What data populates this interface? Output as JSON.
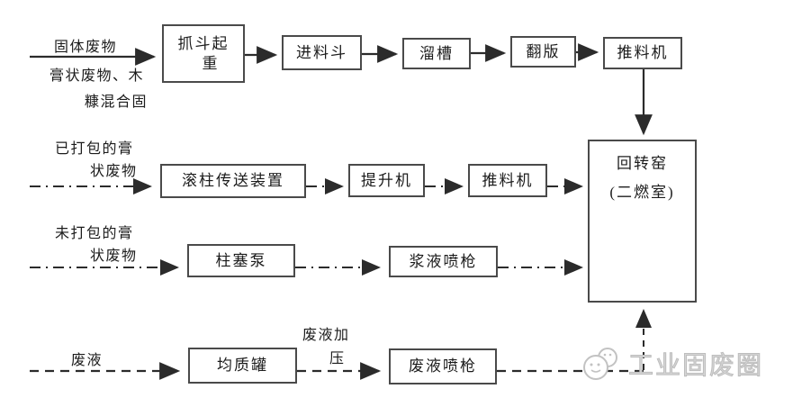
{
  "colors": {
    "line": "#2b2b2b",
    "box_border": "#4a4a4a",
    "text": "#1c1c1c",
    "background": "#ffffff",
    "watermark": "#c8c8c8"
  },
  "flowchart": {
    "row1": {
      "line_style": "solid",
      "label_above": "固体废物",
      "label_below_line1": "膏状废物、木",
      "label_below_line2": "糠混合固",
      "grab_crane_line1": "抓斗起",
      "grab_crane_line2": "重",
      "feed_hopper": "进料斗",
      "chute": "溜槽",
      "flap": "翻版",
      "pusher": "推料机"
    },
    "row2": {
      "line_style": "dash-dot",
      "label_line1": "已打包的膏",
      "label_line2": "状废物",
      "roller_conveyor": "滚柱传送装置",
      "elevator": "提升机",
      "pusher": "推料机"
    },
    "row3": {
      "line_style": "dash-dot",
      "label_line1": "未打包的膏",
      "label_line2": "状废物",
      "plunger_pump": "柱塞泵",
      "slurry_gun": "浆液喷枪"
    },
    "row4": {
      "line_style": "dashed",
      "label": "废液",
      "mid_label_line1": "废液加",
      "mid_label_line2": "压",
      "homogenizer": "均质罐",
      "liquid_gun": "废液喷枪"
    },
    "kiln": {
      "line1": "回转窑",
      "line2": "(二燃室)"
    }
  },
  "watermark": {
    "text": "工业固废圈"
  }
}
